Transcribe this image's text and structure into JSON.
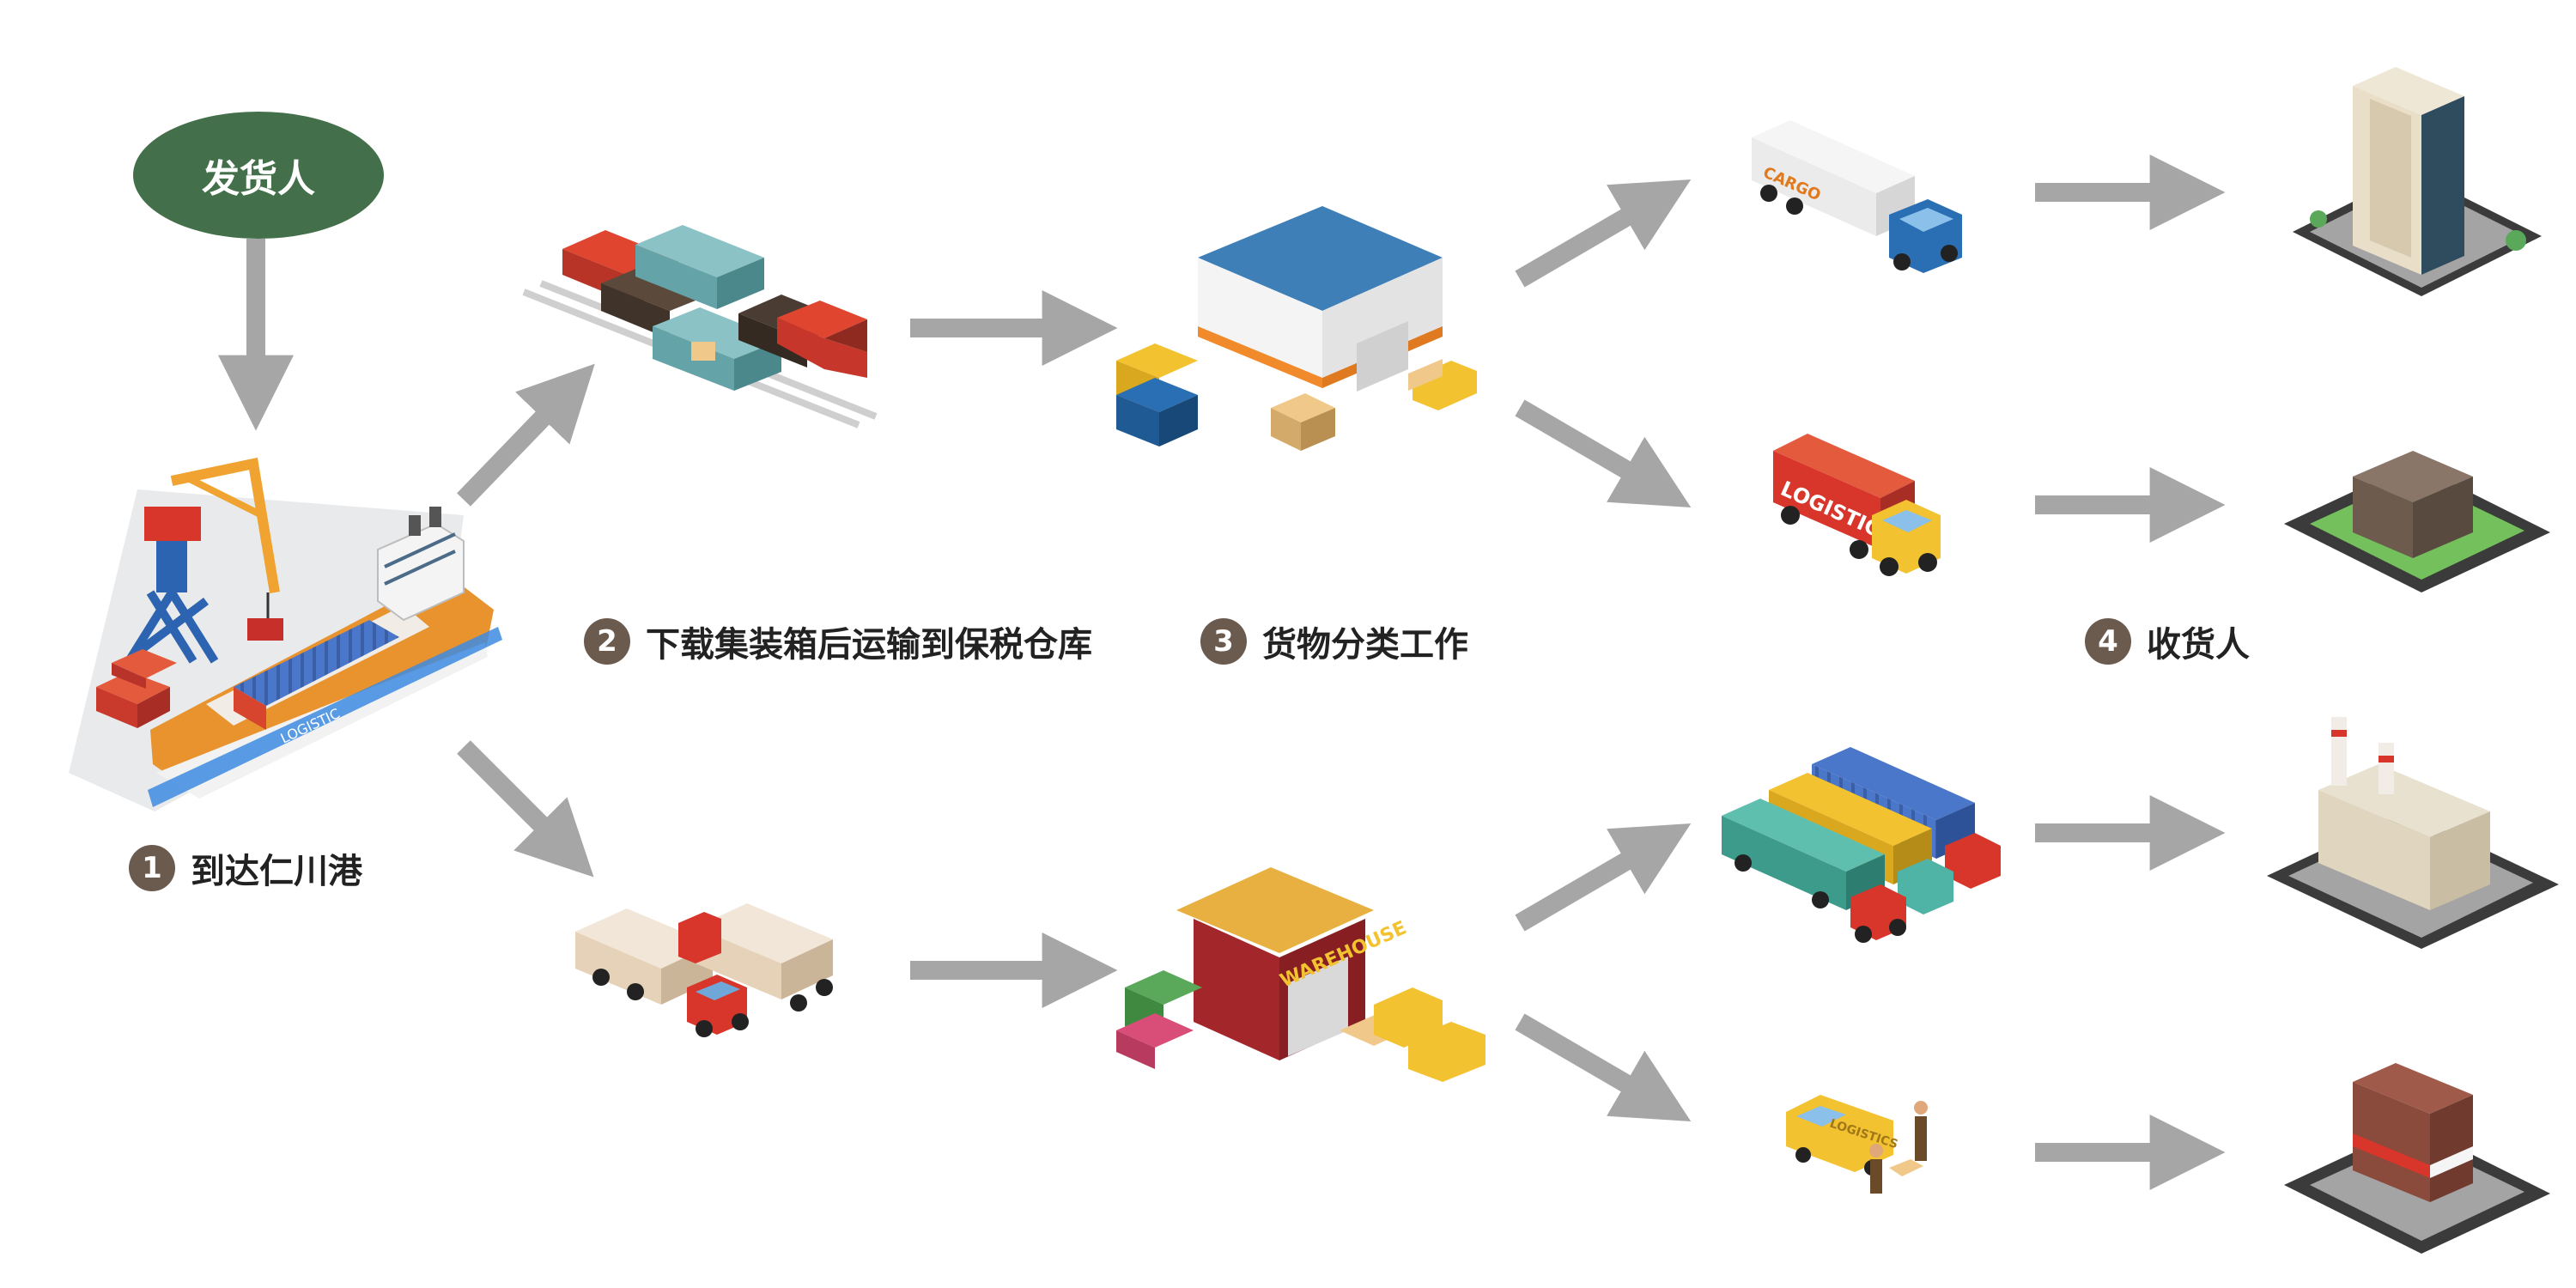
{
  "sender": {
    "label": "发货人"
  },
  "steps": [
    {
      "num": "1",
      "label": "到达仁川港"
    },
    {
      "num": "2",
      "label": "下载集装箱后运输到保税仓库"
    },
    {
      "num": "3",
      "label": "货物分类工作"
    },
    {
      "num": "4",
      "label": "收货人"
    }
  ],
  "vehicle_text": {
    "cargo": "CARGO",
    "logistics": "LOGISTICS",
    "warehouse": "WAREHOUSE",
    "ship": "LOGISTIC"
  },
  "colors": {
    "arrow": "#a6a6a6",
    "sender_bubble": "#43704a",
    "step_circle": "#6b5a4e",
    "truck_cab_blue": "#2a6fb3",
    "truck_box_red": "#d8352b",
    "truck_yellow": "#f2c230",
    "warehouse_roof_blue": "#3f7fb8",
    "warehouse_red": "#a3262a",
    "ship_hull_orange": "#e9932f"
  }
}
